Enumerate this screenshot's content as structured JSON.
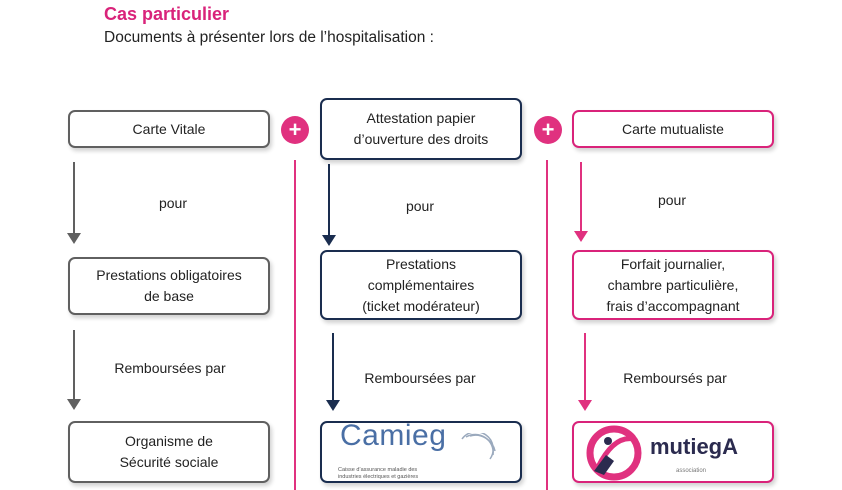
{
  "header": {
    "title": "Cas particulier",
    "subtitle": "Documents à présenter lors de l’hospitalisation :"
  },
  "plus_symbol": "+",
  "columns": [
    {
      "document": "Carte Vitale",
      "arrow1_label": "pour",
      "coverage": [
        "Prestations obligatoires",
        "de base"
      ],
      "arrow2_label": "Remboursées par",
      "payer": [
        "Organisme de",
        "Sécurité sociale"
      ]
    },
    {
      "document": [
        "Attestation papier",
        "d’ouverture des droits"
      ],
      "arrow1_label": "pour",
      "coverage": [
        "Prestations",
        "complémentaires",
        "(ticket modérateur)"
      ],
      "arrow2_label": "Remboursées par",
      "payer_logo": {
        "name": "Camieg",
        "tagline": [
          "Caisse d’assurance maladie des",
          "industries électriques et gazières"
        ]
      }
    },
    {
      "document": "Carte mutualiste",
      "arrow1_label": "pour",
      "coverage": [
        "Forfait journalier,",
        "chambre particulière,",
        "frais d’accompagnant"
      ],
      "arrow2_label": "Remboursés par",
      "payer_logo": {
        "name": "mutiegA",
        "tagline": "association"
      }
    }
  ],
  "colors": {
    "accent_pink": "#d9237a",
    "gray": "#606060",
    "navy": "#1a2d4f",
    "camieg_blue": "#4a6fa5"
  }
}
